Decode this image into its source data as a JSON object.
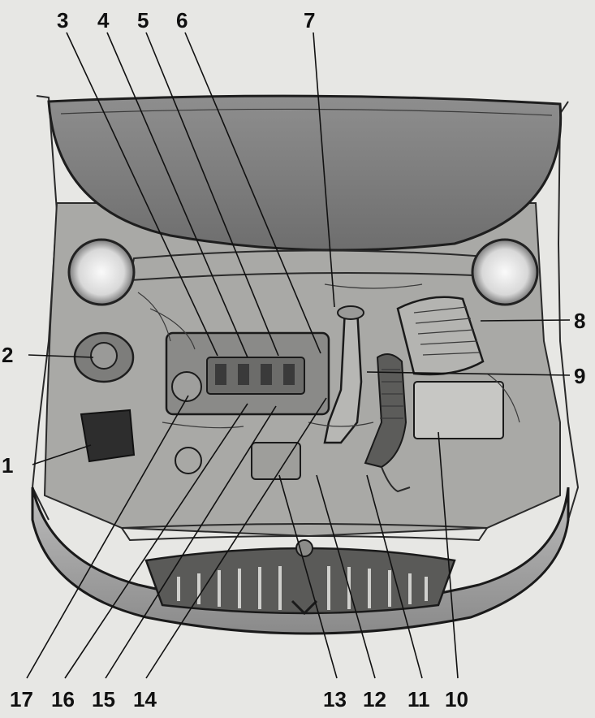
{
  "figure": {
    "callouts": [
      {
        "id": "1",
        "label": "1"
      },
      {
        "id": "2",
        "label": "2"
      },
      {
        "id": "3",
        "label": "3"
      },
      {
        "id": "4",
        "label": "4"
      },
      {
        "id": "5",
        "label": "5"
      },
      {
        "id": "6",
        "label": "6"
      },
      {
        "id": "7",
        "label": "7"
      },
      {
        "id": "8",
        "label": "8"
      },
      {
        "id": "9",
        "label": "9"
      },
      {
        "id": "10",
        "label": "10"
      },
      {
        "id": "11",
        "label": "11"
      },
      {
        "id": "12",
        "label": "12"
      },
      {
        "id": "13",
        "label": "13"
      },
      {
        "id": "14",
        "label": "14"
      },
      {
        "id": "15",
        "label": "15"
      },
      {
        "id": "16",
        "label": "16"
      },
      {
        "id": "17",
        "label": "17"
      }
    ]
  }
}
